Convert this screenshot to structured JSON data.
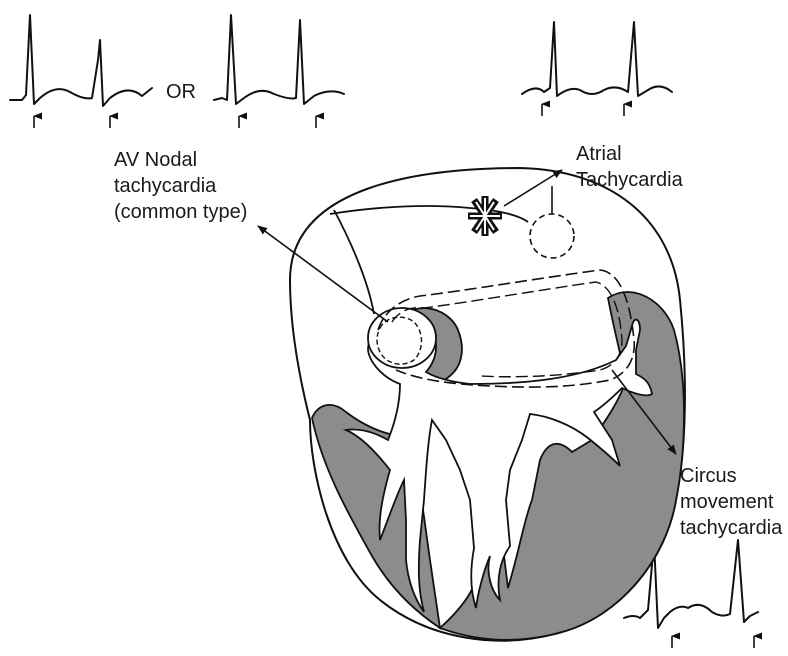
{
  "labels": {
    "or": "OR",
    "av_nodal": [
      "AV Nodal",
      "tachycardia",
      "(common type)"
    ],
    "atrial": [
      "Atrial",
      "Tachycardia"
    ],
    "circus": [
      "Circus",
      "movement",
      "tachycardia"
    ]
  },
  "colors": {
    "myocardium_shade": "#8c8c8e",
    "line": "#111111",
    "background": "#ffffff"
  }
}
